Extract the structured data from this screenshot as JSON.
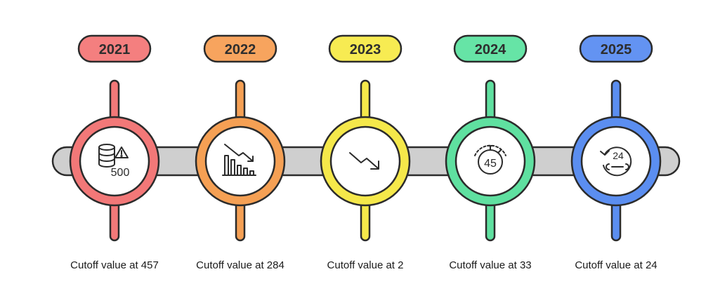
{
  "timeline": {
    "milestones": [
      {
        "year": "2021",
        "description": "Cutoff value at 457",
        "icon": "database-warning-500-icon",
        "icon_text": "500",
        "color": "#f27878",
        "pill_color": "#f47f7f"
      },
      {
        "year": "2022",
        "description": "Cutoff value at 284",
        "icon": "bar-chart-decline-icon",
        "color": "#f5a054",
        "pill_color": "#f7a45e"
      },
      {
        "year": "2023",
        "description": "Cutoff value at 2",
        "icon": "trending-down-arrow-icon",
        "color": "#f5e84a",
        "pill_color": "#f7eb52"
      },
      {
        "year": "2024",
        "description": "Cutoff value at 33",
        "icon": "stopwatch-45-icon",
        "icon_text": "45",
        "color": "#5fe0a0",
        "pill_color": "#66e4a6"
      },
      {
        "year": "2025",
        "description": "Cutoff value at 24",
        "icon": "24-hour-service-icon",
        "icon_text": "24",
        "color": "#5b8ef0",
        "pill_color": "#6393f2"
      }
    ],
    "track_color": "#cfcfcf",
    "outline_color": "#2b2b2b"
  }
}
